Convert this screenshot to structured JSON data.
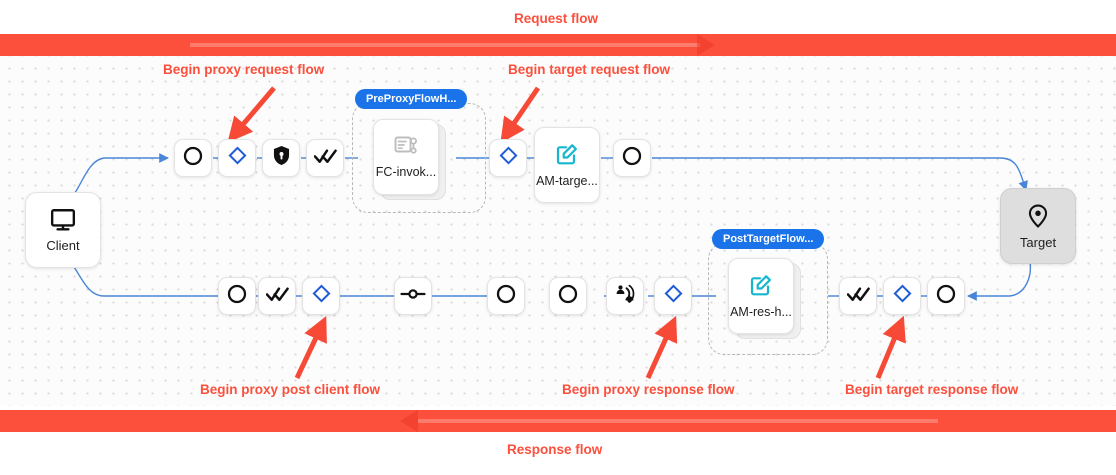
{
  "banners": {
    "request": {
      "label": "Request flow",
      "color": "#fc4f3c",
      "direction": "right"
    },
    "response": {
      "label": "Response flow",
      "color": "#fc4f3c",
      "direction": "left"
    }
  },
  "annotations": [
    {
      "id": "begin-proxy-request-flow",
      "label": "Begin proxy request flow"
    },
    {
      "id": "begin-target-request-flow",
      "label": "Begin target request flow"
    },
    {
      "id": "begin-proxy-post-client-flow",
      "label": "Begin proxy post client flow"
    },
    {
      "id": "begin-proxy-response-flow",
      "label": "Begin proxy response flow"
    },
    {
      "id": "begin-target-response-flow",
      "label": "Begin target response flow"
    }
  ],
  "endpoints": {
    "client": {
      "label": "Client",
      "icon": "monitor-icon"
    },
    "target": {
      "label": "Target",
      "icon": "location-pin-icon"
    }
  },
  "hooks": {
    "pre_proxy": {
      "badge": "PreProxyFlowH...",
      "policy_label": "FC-invok...",
      "policy_icon": "flow-callout-icon"
    },
    "post_target": {
      "badge": "PostTargetFlow...",
      "policy_label": "AM-res-h...",
      "policy_icon": "assign-message-icon"
    }
  },
  "target_request_policy": {
    "label": "AM-targe...",
    "icon": "assign-message-icon"
  },
  "request_row": [
    {
      "id": "req-start",
      "icon": "circle-icon",
      "type": "flow-start"
    },
    {
      "id": "req-proxy-hook",
      "icon": "diamond-icon",
      "type": "flow-hook"
    },
    {
      "id": "req-security",
      "icon": "shield-lock-icon",
      "type": "security-policy"
    },
    {
      "id": "req-verify",
      "icon": "double-check-icon",
      "type": "verify-policy"
    },
    {
      "id": "req-target-hook",
      "icon": "diamond-icon",
      "type": "flow-hook"
    },
    {
      "id": "req-end",
      "icon": "circle-icon",
      "type": "flow-end"
    }
  ],
  "response_row": [
    {
      "id": "res-client-start",
      "icon": "circle-icon",
      "type": "flow-start"
    },
    {
      "id": "res-client-verify",
      "icon": "double-check-icon",
      "type": "verify-policy"
    },
    {
      "id": "res-postclient-hook",
      "icon": "diamond-icon",
      "type": "flow-hook"
    },
    {
      "id": "res-route",
      "icon": "route-icon",
      "type": "route-policy"
    },
    {
      "id": "res-mid-a",
      "icon": "circle-icon",
      "type": "flow-point"
    },
    {
      "id": "res-mid-b",
      "icon": "circle-icon",
      "type": "flow-point"
    },
    {
      "id": "res-signal",
      "icon": "signal-tap-icon",
      "type": "signal-policy"
    },
    {
      "id": "res-proxy-hook",
      "icon": "diamond-icon",
      "type": "flow-hook"
    },
    {
      "id": "res-target-verify",
      "icon": "double-check-icon",
      "type": "verify-policy"
    },
    {
      "id": "res-target-hook",
      "icon": "diamond-icon",
      "type": "flow-hook"
    },
    {
      "id": "res-target-start",
      "icon": "circle-icon",
      "type": "flow-start"
    }
  ],
  "colors": {
    "accent_red": "#fc4f3c",
    "wire_blue": "#4a86d8",
    "hook_blue": "#1f5cd8",
    "badge_blue": "#1a73e8",
    "policy_cyan": "#16b6cf",
    "node_grey": "#dedede"
  }
}
